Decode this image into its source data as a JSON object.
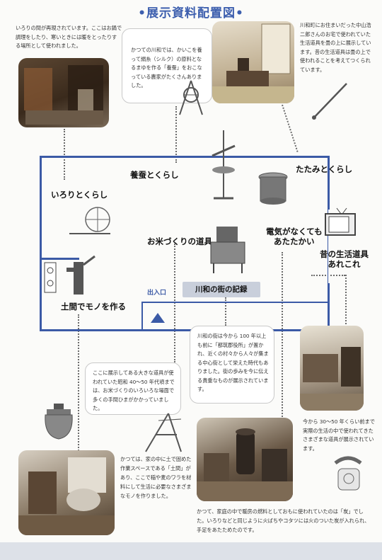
{
  "title": "•展示資料配置図•",
  "zones": {
    "irori": "いろりとくらし",
    "yosan": "養蚕とくらし",
    "tatami": "たたみとくらし",
    "okome": "お米づくりの道具",
    "denki_1": "電気がなくても",
    "denki_2": "あたたかい",
    "mukashi_1": "昔の生活道具",
    "mukashi_2": "あれこれ",
    "doma": "土間でモノを作る",
    "machi": "川和の街の記録",
    "entrance": "出入口"
  },
  "descriptions": {
    "irori": "いろりの間が再現されています。ここはお鍋で調理をしたり、寒いときには暖をとったりする場所として使われました。",
    "yosan": "かつての川和では、かいこを養って絹糸（シルク）の原料となるまゆを作る「養蚕」をおこなっている農家がたくさんありました。",
    "tatami": "川和町にお住まいだった中山浩二郎さんのお宅で使われていた生活道具を畳の上に展示しています。昔の生活道具は畳の上で使われることを考えてつくられています。",
    "machi": "川和の街は今から 100 年以上も前に「都筑郡役所」が置かれ、近くの村々から人々が集まる中心街として栄えた時代もありました。街の歩みを今に伝える貴重なものが展示されています。",
    "okome": "ここに展示してある大きな道具が使われていた昭和 40～50 年代頃までは、お米づくりのいろいろな場面で多くの手間ひまがかかっていました。",
    "mukashi": "今から 30～50 年くらい前まで実際の生活の中で使われてきたさまざまな道具が展示されています。",
    "doma": "かつては、家の中に土で固めた作業スペースである「土間」があり、ここで稲や麦のワラを材料にして生活に必要なさまざまなモノを作りました。",
    "denki": "かつて、家庭の中で暖房の燃料としておもに使われていたのは「炭」でした。いろりなどと同じように火ばちやコタツには火のついた炭が入れられ、手足をあたためたのです。"
  },
  "icons": [
    "spinning-wheel-icon",
    "silk-reel-icon",
    "mortar-icon",
    "tv-icon",
    "pump-icon",
    "thresher-icon",
    "rice-tool-icon",
    "rice-cooker-icon",
    "stove-icon",
    "phone-icon",
    "tatami-tool-icon",
    "entrance-arrow-icon"
  ],
  "colors": {
    "accent": "#3b5aa6",
    "title": "#3d5fae",
    "photo_dark": "#4a3a2a"
  }
}
